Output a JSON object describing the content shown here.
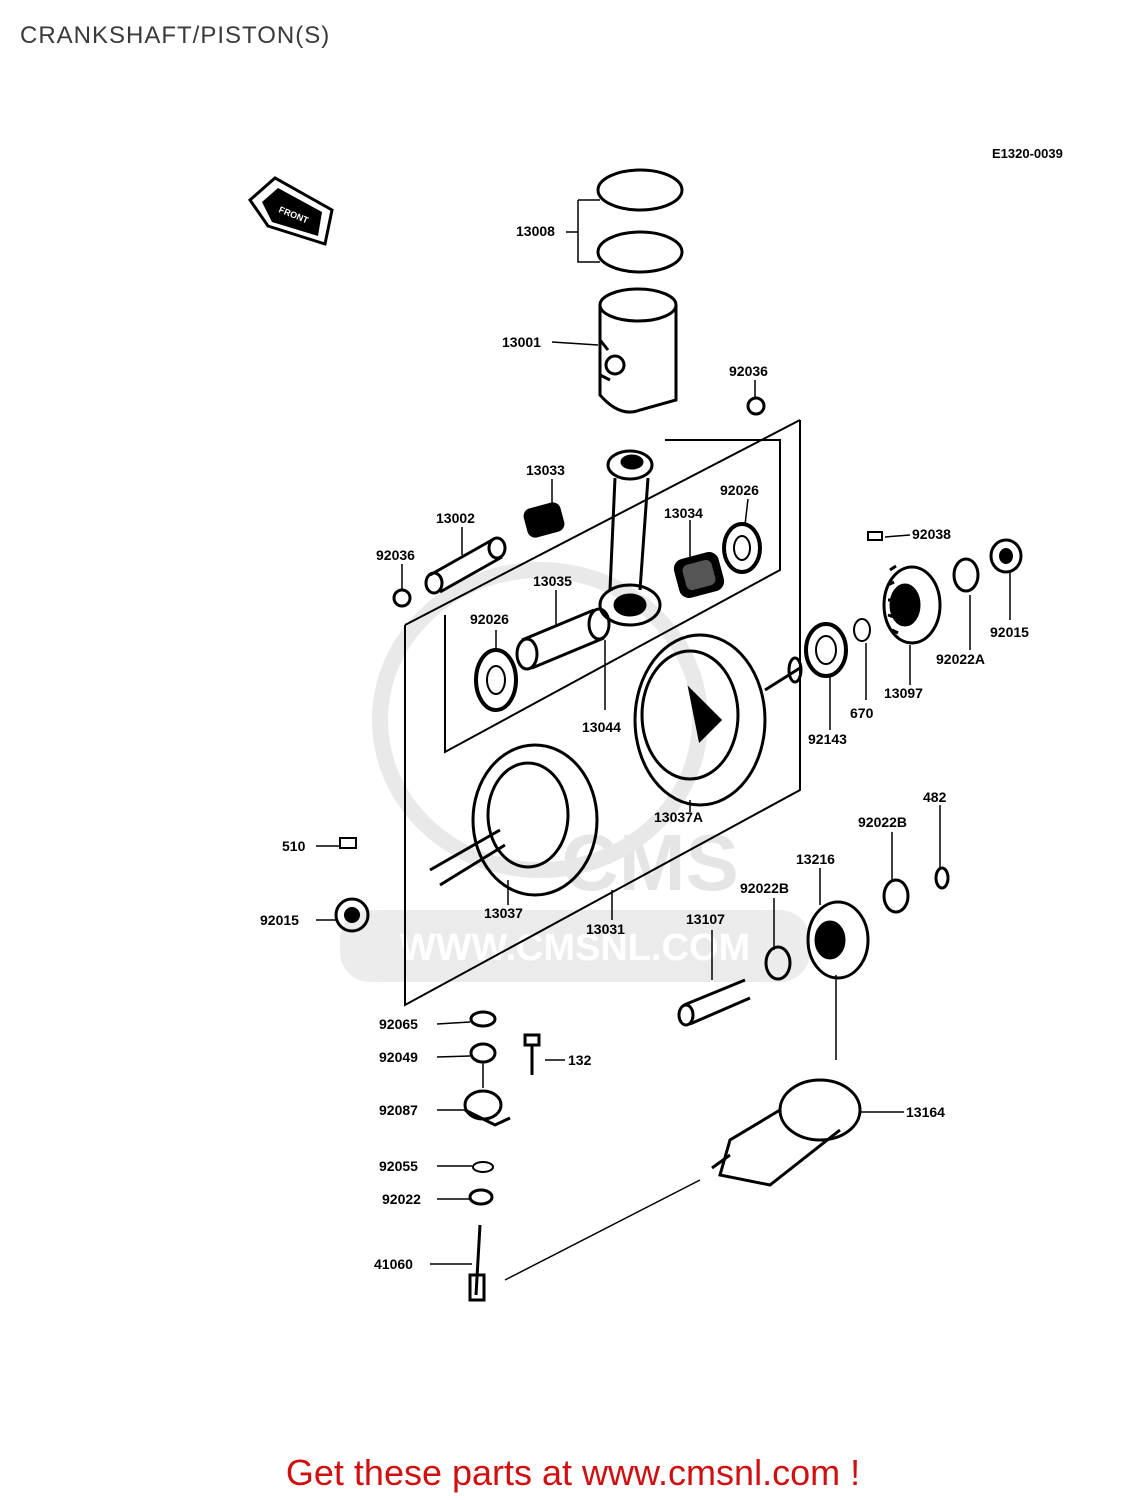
{
  "header": {
    "title": "CRANKSHAFT/PISTON(S)",
    "diagram_code": "E1320-0039"
  },
  "badge": {
    "front_text": "FRONT"
  },
  "watermark": {
    "logo_text": "CMS",
    "url_text": "WWW.CMSNL.COM"
  },
  "parts": [
    {
      "id": "13008"
    },
    {
      "id": "13001"
    },
    {
      "id": "92036"
    },
    {
      "id": "13033"
    },
    {
      "id": "92026"
    },
    {
      "id": "13002"
    },
    {
      "id": "13034"
    },
    {
      "id": "92038"
    },
    {
      "id": "92036"
    },
    {
      "id": "13035"
    },
    {
      "id": "92026"
    },
    {
      "id": "92015"
    },
    {
      "id": "92022A"
    },
    {
      "id": "13097"
    },
    {
      "id": "670"
    },
    {
      "id": "13044"
    },
    {
      "id": "92143"
    },
    {
      "id": "482"
    },
    {
      "id": "13037A"
    },
    {
      "id": "92022B"
    },
    {
      "id": "510"
    },
    {
      "id": "13216"
    },
    {
      "id": "92022B"
    },
    {
      "id": "92015"
    },
    {
      "id": "13037"
    },
    {
      "id": "13031"
    },
    {
      "id": "13107"
    },
    {
      "id": "92065"
    },
    {
      "id": "92049"
    },
    {
      "id": "132"
    },
    {
      "id": "92087"
    },
    {
      "id": "13164"
    },
    {
      "id": "92055"
    },
    {
      "id": "92022"
    },
    {
      "id": "41060"
    }
  ],
  "footer": {
    "cta": "Get these parts at www.cmsnl.com !"
  }
}
